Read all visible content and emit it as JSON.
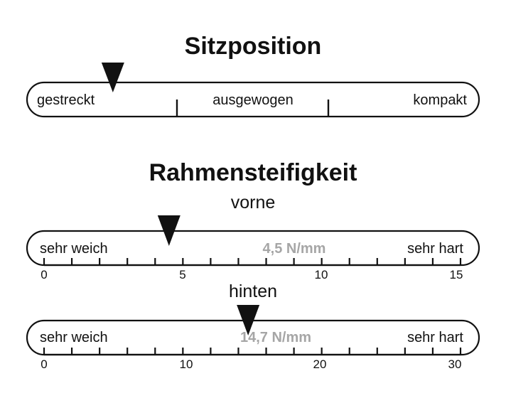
{
  "seat_position": {
    "title": "Sitzposition",
    "labels": {
      "left": "gestreckt",
      "center": "ausgewogen",
      "right": "kompakt"
    },
    "marker_fraction": 0.19
  },
  "frame_stiffness": {
    "title": "Rahmensteifigkeit",
    "front": {
      "label": "vorne",
      "left": "sehr weich",
      "right": "sehr hart",
      "value": 4.5,
      "value_text": "4,5 N/mm",
      "scale_min": 0,
      "scale_max": 15,
      "tick_labels": [
        "0",
        "5",
        "10",
        "15"
      ]
    },
    "rear": {
      "label": "hinten",
      "left": "sehr weich",
      "right": "sehr hart",
      "value": 14.7,
      "value_text": "14,7 N/mm",
      "scale_min": 0,
      "scale_max": 30,
      "tick_labels": [
        "0",
        "10",
        "20",
        "30"
      ]
    }
  },
  "colors": {
    "ink": "#111111",
    "value_text": "#a6a6a6",
    "background": "#ffffff"
  }
}
